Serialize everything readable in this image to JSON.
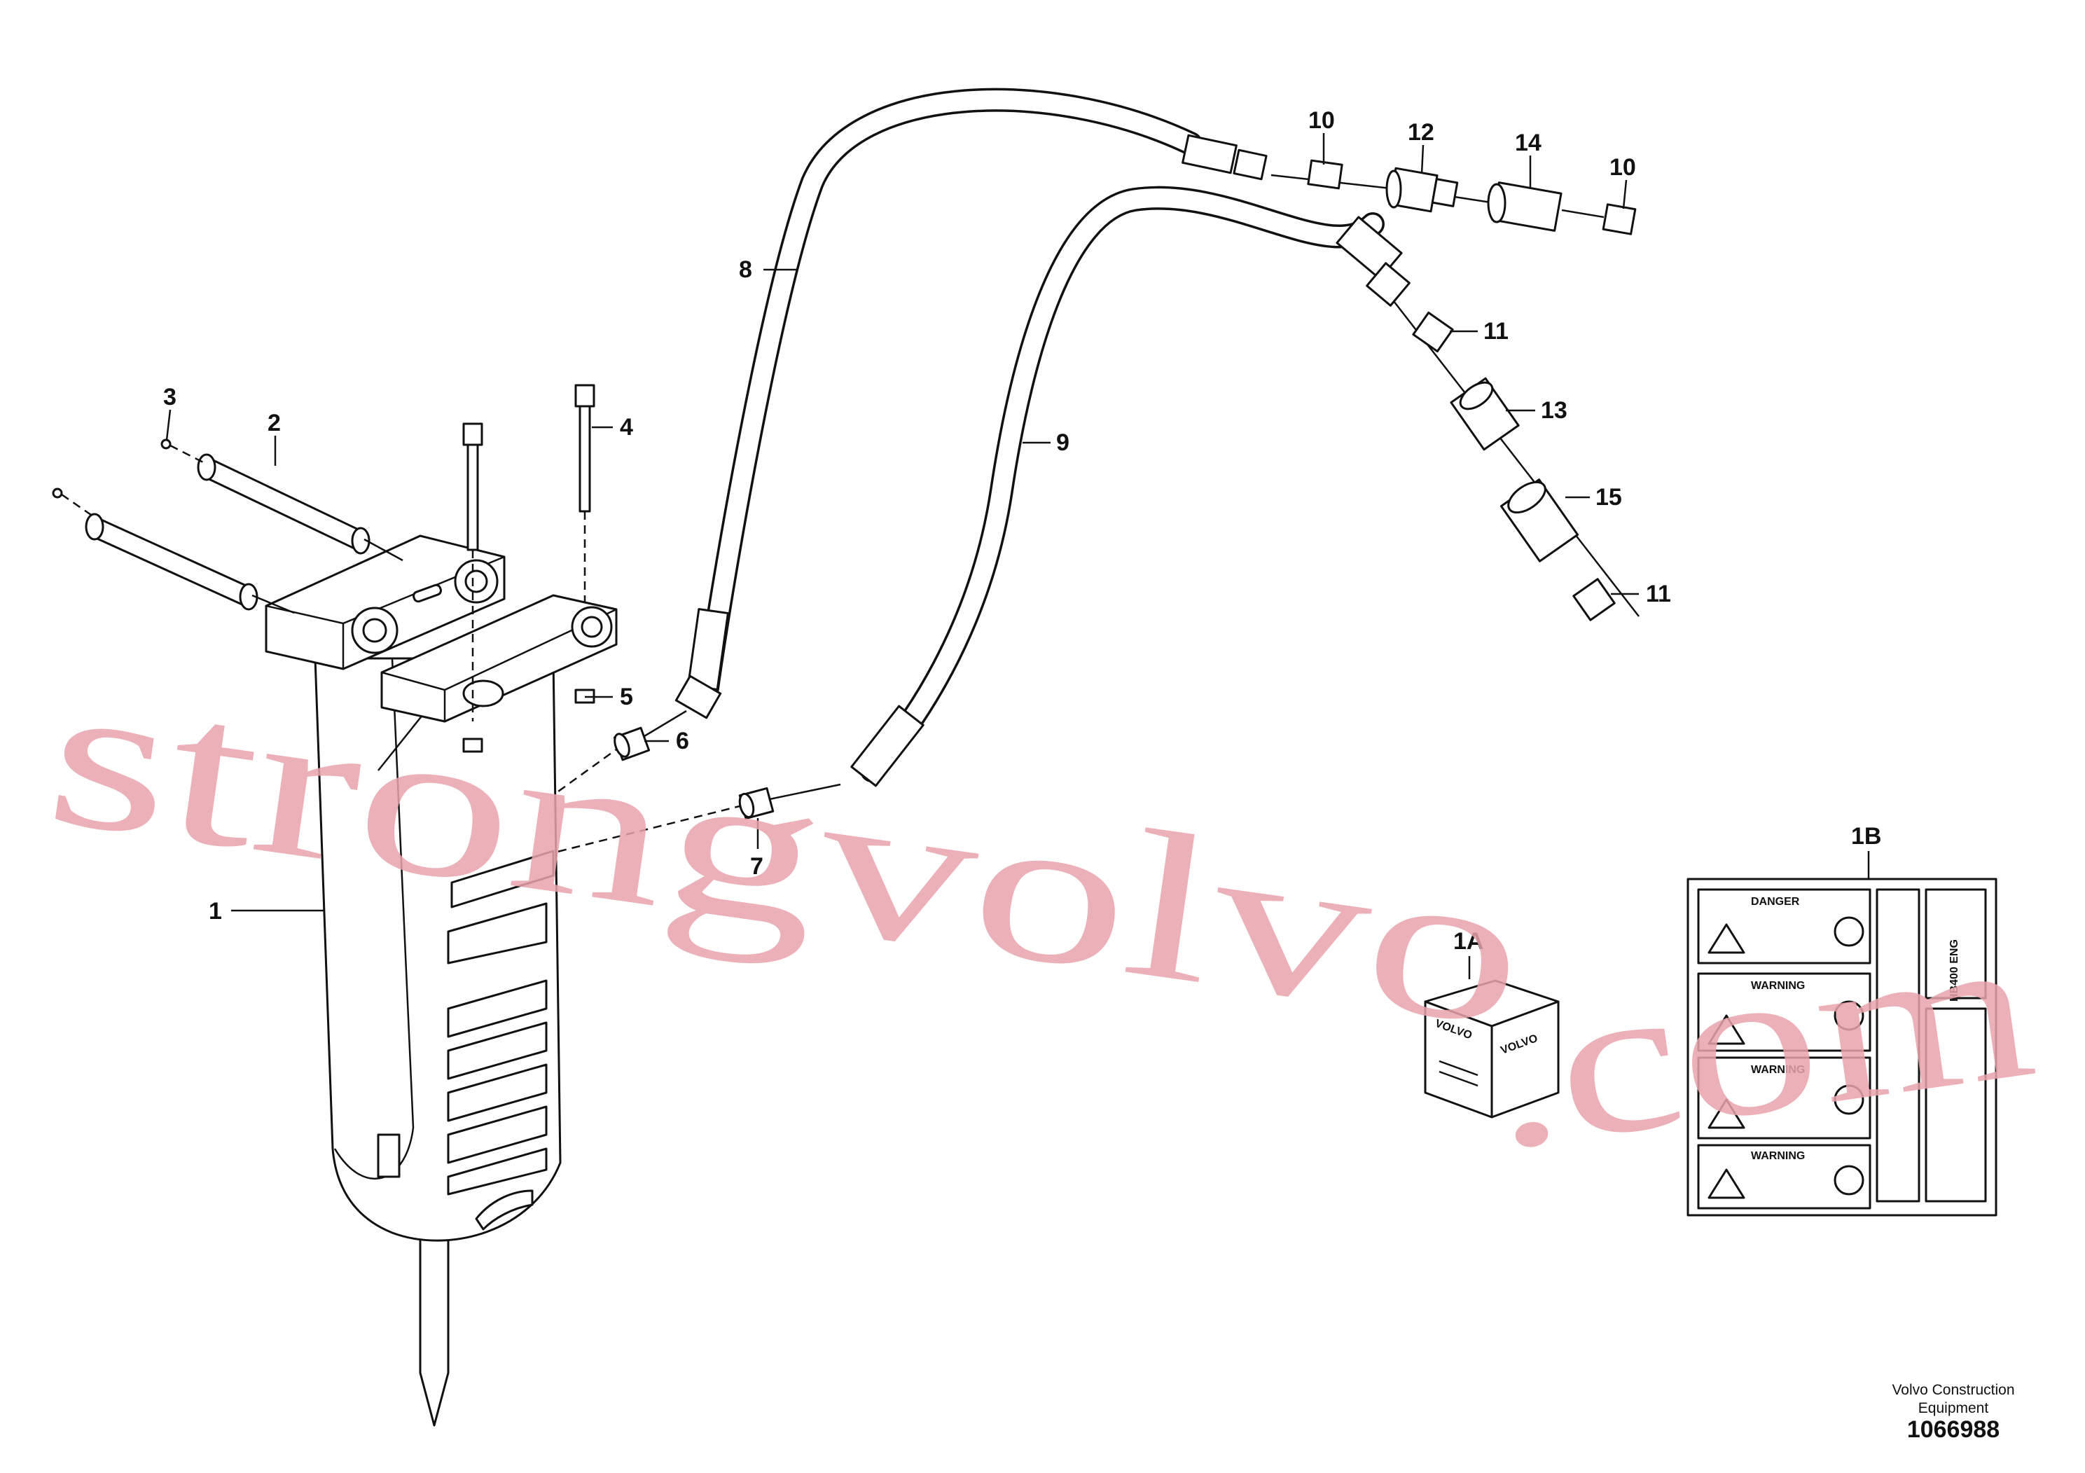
{
  "diagram": {
    "labels": {
      "l1": "1",
      "l1a": "1A",
      "l1b": "1B",
      "l2": "2",
      "l3": "3",
      "l4": "4",
      "l5": "5",
      "l6": "6",
      "l7": "7",
      "l8": "8",
      "l9": "9",
      "l10a": "10",
      "l10b": "10",
      "l11a": "11",
      "l11b": "11",
      "l12": "12",
      "l13": "13",
      "l14": "14",
      "l15": "15"
    },
    "box_brand": "VOLVO",
    "decal_texts": {
      "danger": "DANGER",
      "warning": "WARNING",
      "model": "HB400 ENG"
    }
  },
  "watermark": {
    "part1": "strongvolvo",
    "part2": ".com"
  },
  "footer": {
    "credit_line1": "Volvo Construction",
    "credit_line2": "Equipment",
    "doc_number": "1066988"
  }
}
